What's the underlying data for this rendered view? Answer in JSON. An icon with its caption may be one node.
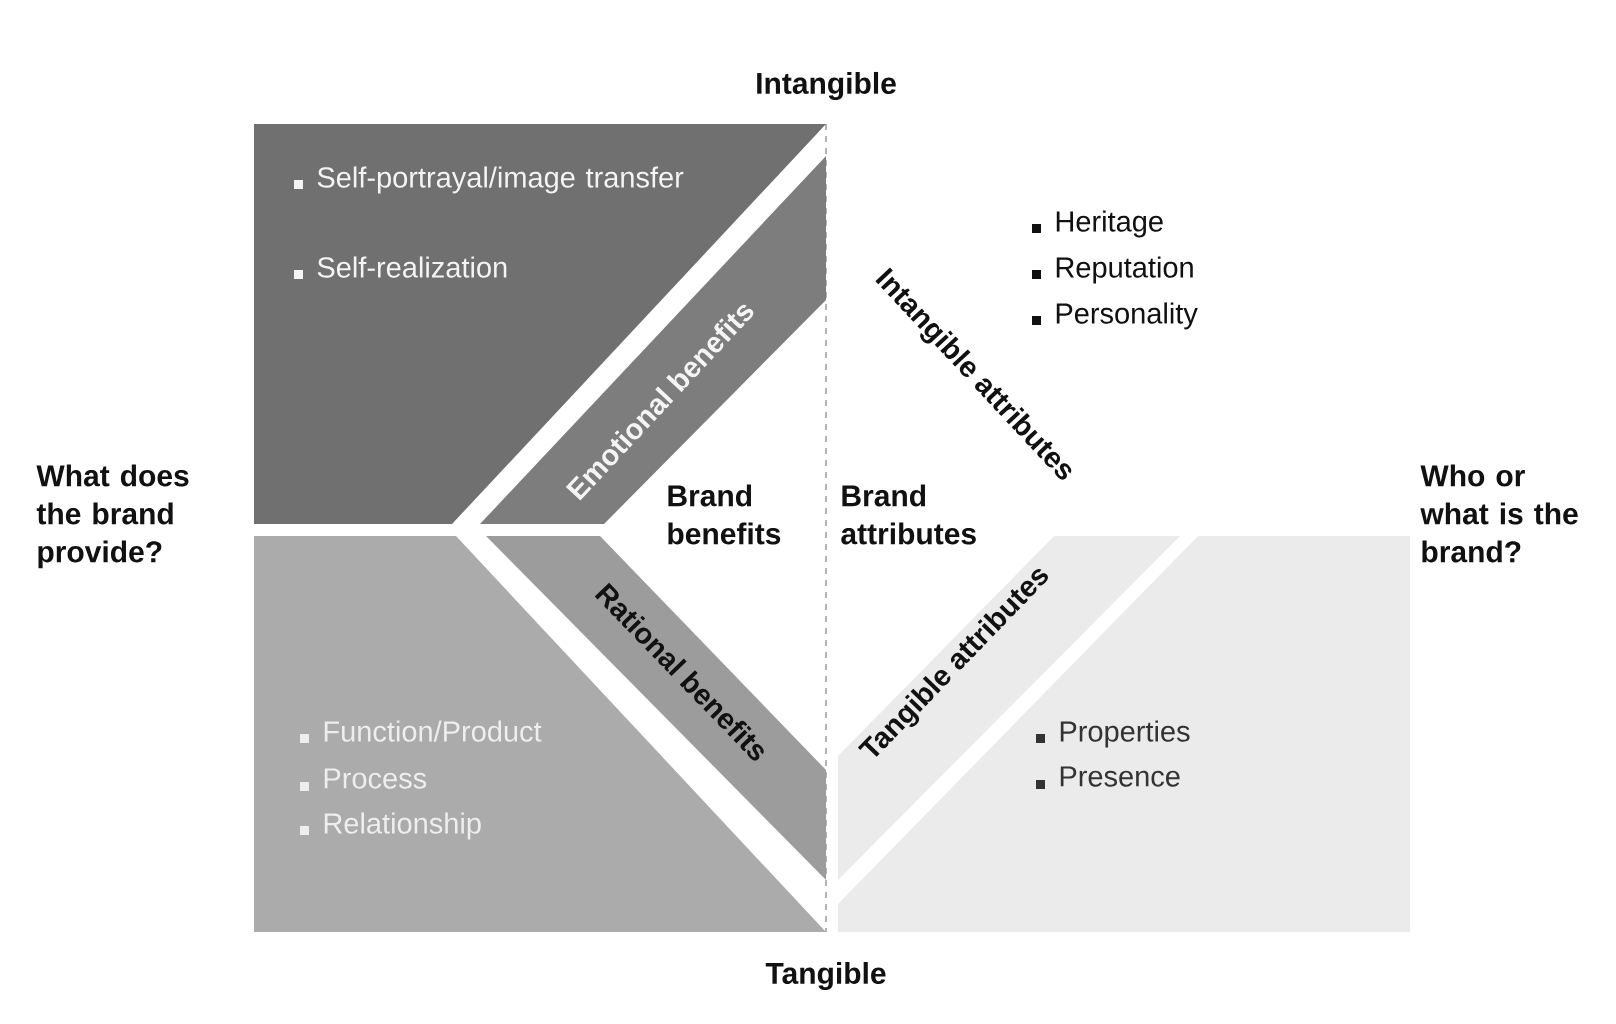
{
  "diagram": {
    "nodes": [
      {
        "text": [
          "Self-portrayal/image transfer",
          "Self-realization"
        ]
      },
      {
        "text": [
          "Emotional benefits"
        ]
      },
      {
        "text": [
          "Function/Product",
          "Process",
          "Relationship"
        ]
      },
      {
        "text": [
          "Rational benefits"
        ]
      },
      {
        "text": [
          "Tangible attributes"
        ]
      },
      {
        "text": [
          "Properties",
          "Presence"
        ]
      }
    ],
    "labels": [
      "Intangible",
      "Heritage",
      "Reputation",
      "Personality",
      "Intangible attributes",
      "What does the brand provide?",
      "Brand benefits",
      "Brand attributes",
      "Who or what is the brand?",
      "Tangible"
    ]
  }
}
